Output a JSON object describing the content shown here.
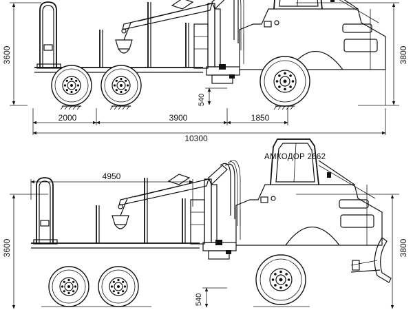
{
  "caption": "АМКОДОР 2662",
  "top_view": {
    "height_left": "3600",
    "height_right": "3800",
    "clearance": "540",
    "seg_rear": "2000",
    "seg_mid": "3900",
    "seg_front": "1850",
    "overall_length": "10300"
  },
  "bottom_view": {
    "crane_reach": "4950",
    "height_left": "3600",
    "height_right": "3800",
    "clearance": "540"
  }
}
